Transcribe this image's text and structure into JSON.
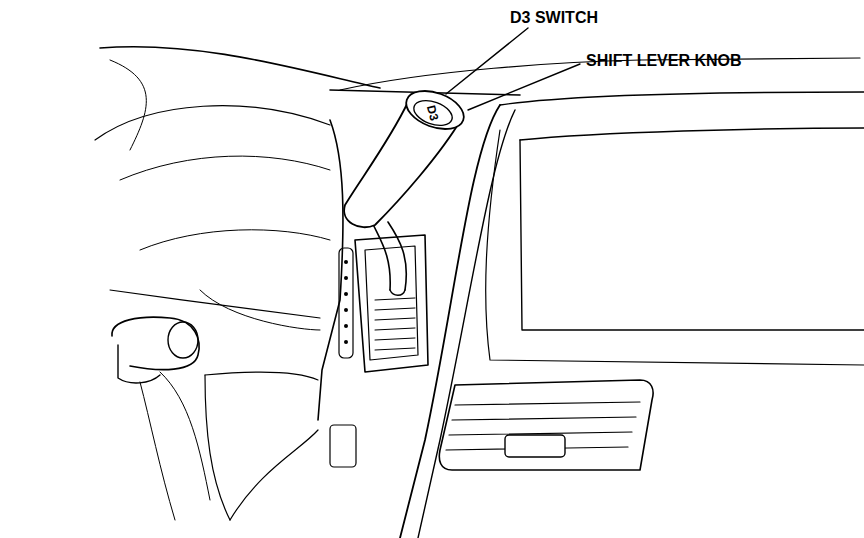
{
  "diagram": {
    "labels": [
      "D3 SWITCH",
      "SHIFT LEVER KNOB",
      "D3"
    ]
  }
}
